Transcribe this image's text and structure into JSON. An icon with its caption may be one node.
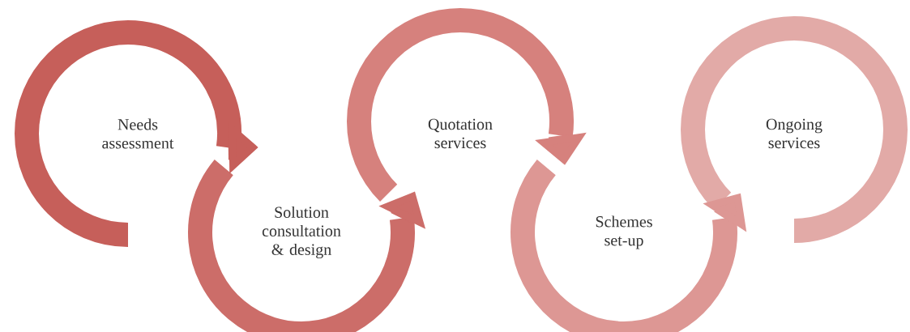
{
  "diagram": {
    "nodes": [
      {
        "text": [
          "Needs assessment"
        ]
      },
      {
        "text": [
          "Solution consultation & design"
        ]
      },
      {
        "text": [
          "Quotation services"
        ]
      },
      {
        "text": [
          "Schemes set-up"
        ]
      },
      {
        "text": [
          "Ongoing services"
        ]
      }
    ],
    "edges": [
      {
        "from": 0,
        "to": 1,
        "arrow": "to",
        "color": "#c65f5a"
      },
      {
        "from": 1,
        "to": 2,
        "arrow": "to",
        "color": "#cc6d69"
      },
      {
        "from": 2,
        "to": 3,
        "arrow": "to",
        "color": "#d6817d"
      },
      {
        "from": 3,
        "to": 4,
        "arrow": "to",
        "color": "#dd9794"
      }
    ]
  }
}
